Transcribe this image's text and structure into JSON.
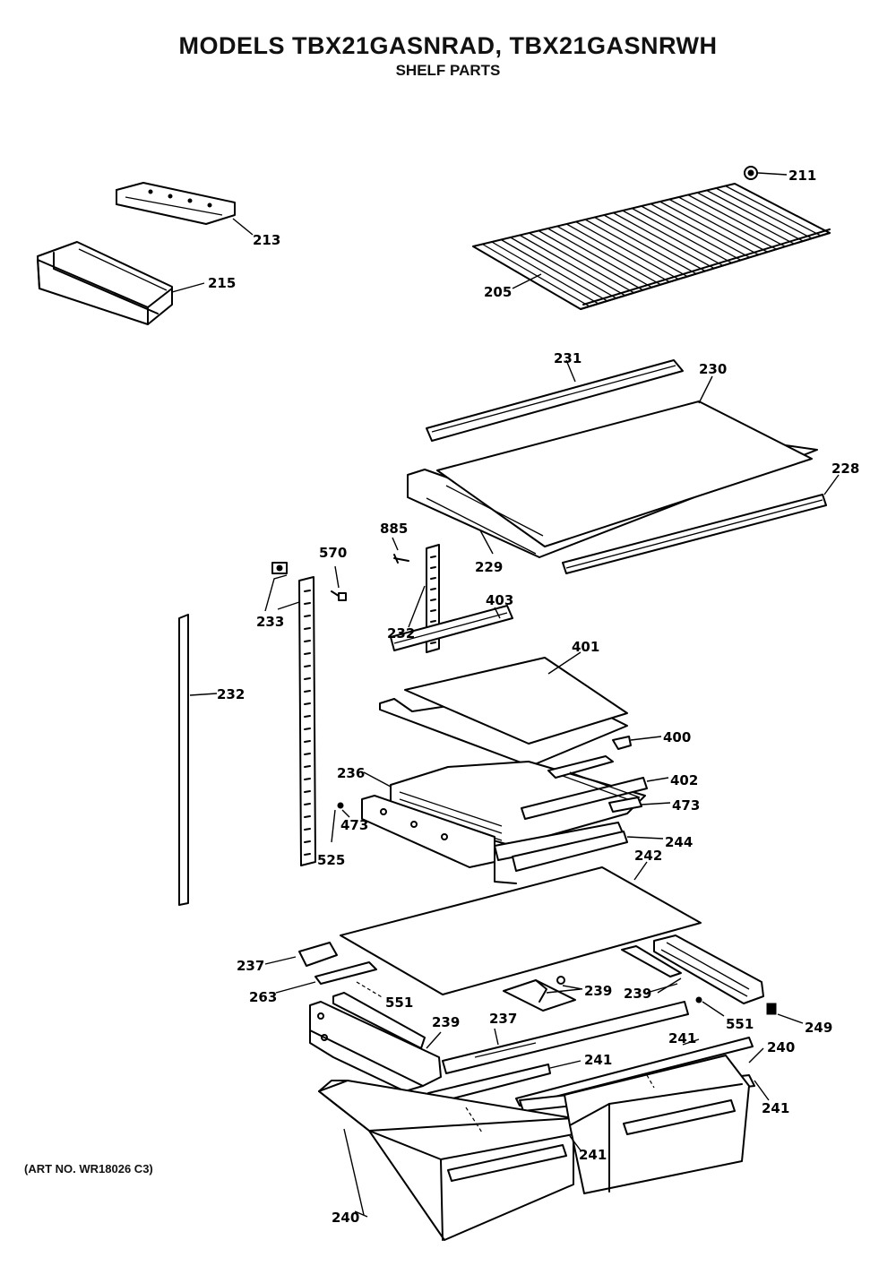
{
  "title": "MODELS TBX21GASNRAD, TBX21GASNRWH",
  "subtitle": "SHELF PARTS",
  "art_number": "(ART NO. WR18026 C3)",
  "callouts": {
    "p211": "211",
    "p213": "213",
    "p215": "215",
    "p205": "205",
    "p231": "231",
    "p230": "230",
    "p228": "228",
    "p229": "229",
    "p885": "885",
    "p570": "570",
    "p233": "233",
    "p232a": "232",
    "p232b": "232",
    "p403": "403",
    "p401": "401",
    "p400": "400",
    "p236": "236",
    "p402": "402",
    "p473a": "473",
    "p473b": "473",
    "p525": "525",
    "p244": "244",
    "p242": "242",
    "p237a": "237",
    "p263": "263",
    "p551a": "551",
    "p239a": "239",
    "p239b": "239",
    "p249": "249",
    "p239c": "239",
    "p237b": "237",
    "p241a": "241",
    "p241b": "241",
    "p551b": "551",
    "p240a": "240",
    "p241c": "241",
    "p241d": "241",
    "p240b": "240"
  }
}
